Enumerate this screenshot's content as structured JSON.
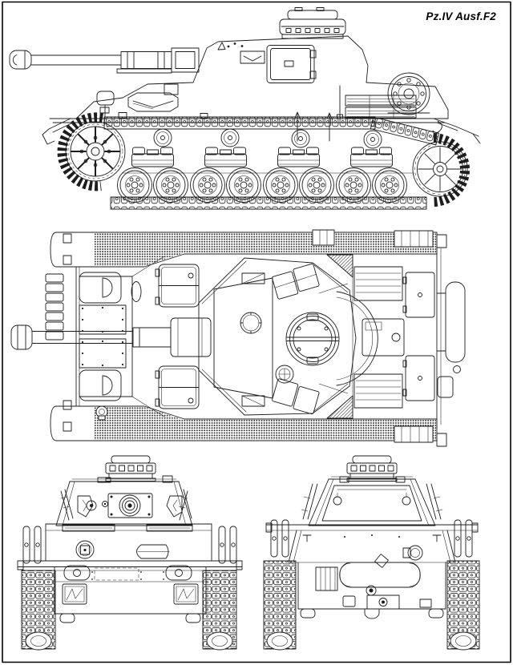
{
  "title": "Pz.IV Ausf.F2",
  "document": {
    "kind": "four-view technical line drawing",
    "subject": "Panzer IV Ausf. F2 medium tank",
    "views": {
      "side": "left side elevation, gun facing left",
      "top": "plan view from above, gun facing left",
      "front": "front elevation",
      "rear": "rear elevation"
    },
    "colors": {
      "line": "#1d1d1d",
      "background": "#ffffff",
      "frame": "#000000",
      "track_stipple": "#2b2b2b"
    }
  }
}
